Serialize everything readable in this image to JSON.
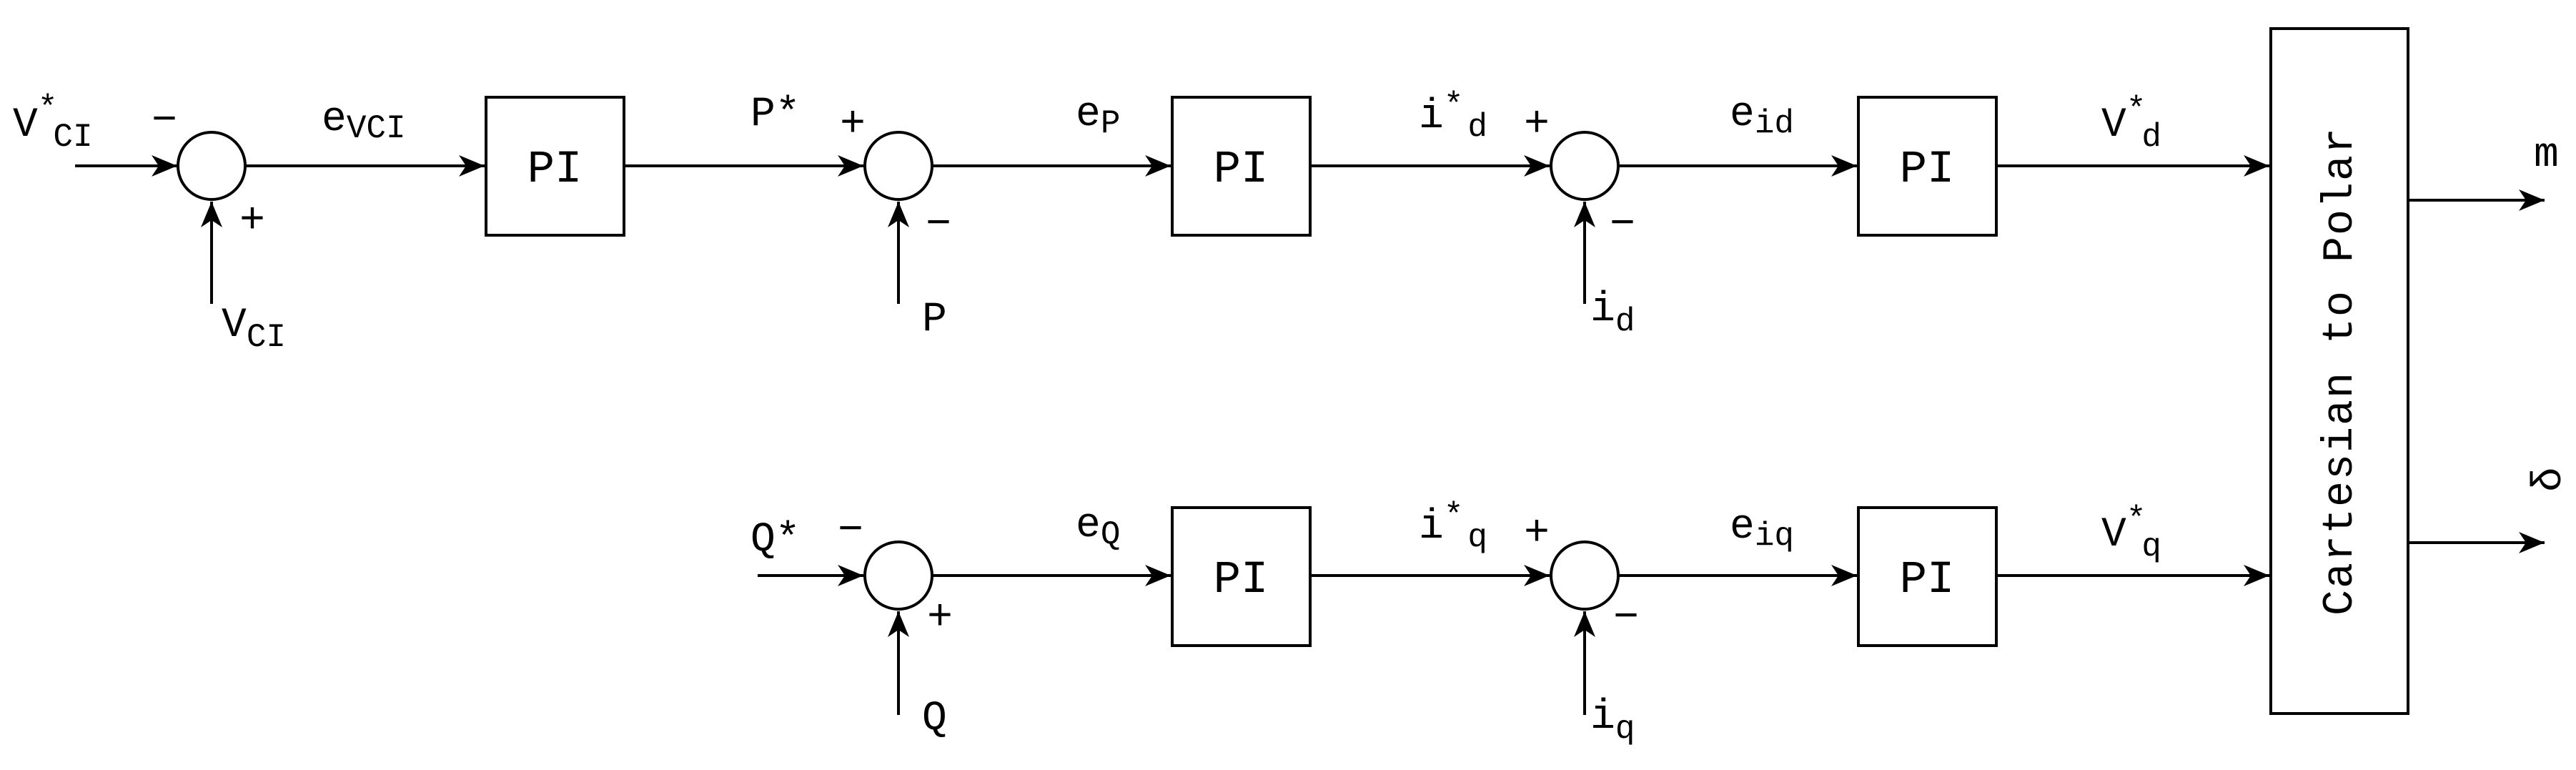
{
  "diagram": {
    "blocks": {
      "pi": "PI",
      "converter": "Cartesian to Polar"
    },
    "signals": {
      "vci_ref_main": "V",
      "vci_ref_star": "*",
      "vci_ref_sub": "CI",
      "vci_fb_main": "V",
      "vci_fb_sub": "CI",
      "e_vci_main": "e",
      "e_vci_sub": "VCI",
      "p_ref": "P*",
      "p_fb": "P",
      "e_p_main": "e",
      "e_p_sub": "P",
      "id_ref_main": "i",
      "id_ref_star": "*",
      "id_ref_sub": "d",
      "id_fb_main": "i",
      "id_fb_sub": "d",
      "e_id_main": "e",
      "e_id_sub": "id",
      "vd_ref_main": "V",
      "vd_ref_star": "*",
      "vd_ref_sub": "d",
      "q_ref": "Q*",
      "q_fb": "Q",
      "e_q_main": "e",
      "e_q_sub": "Q",
      "iq_ref_main": "i",
      "iq_ref_star": "*",
      "iq_ref_sub": "q",
      "iq_fb_main": "i",
      "iq_fb_sub": "q",
      "e_iq_main": "e",
      "e_iq_sub": "iq",
      "vq_ref_main": "V",
      "vq_ref_star": "*",
      "vq_ref_sub": "q",
      "out_m": "m",
      "out_delta": "δ"
    },
    "signs": {
      "plus": "+",
      "minus": "−"
    }
  }
}
